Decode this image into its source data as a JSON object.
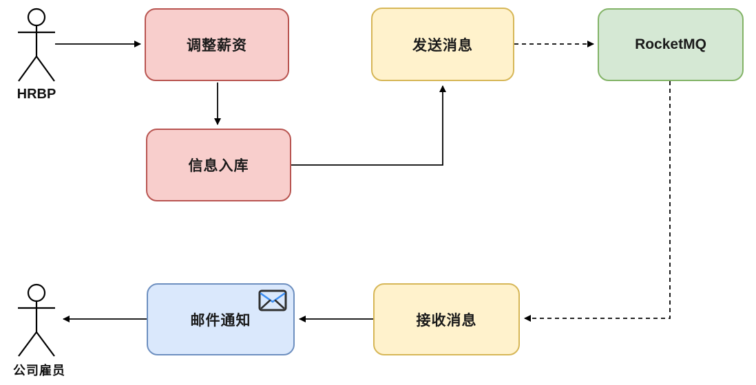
{
  "diagram": {
    "background_color": "#ffffff",
    "line_color": "#000000",
    "actors": [
      {
        "id": "hrbp",
        "label": "HRBP"
      },
      {
        "id": "employee",
        "label": "公司雇员"
      }
    ],
    "nodes": [
      {
        "id": "adjust-salary",
        "label": "调整薪资",
        "fill": "#f8cecc",
        "stroke": "#b85450"
      },
      {
        "id": "store-info",
        "label": "信息入库",
        "fill": "#f8cecc",
        "stroke": "#b85450"
      },
      {
        "id": "send-message",
        "label": "发送消息",
        "fill": "#fff2cc",
        "stroke": "#d6b656"
      },
      {
        "id": "rocketmq",
        "label": "RocketMQ",
        "fill": "#d5e8d4",
        "stroke": "#82b366"
      },
      {
        "id": "receive-message",
        "label": "接收消息",
        "fill": "#fff2cc",
        "stroke": "#d6b656"
      },
      {
        "id": "email-notify",
        "label": "邮件通知",
        "fill": "#dae8fc",
        "stroke": "#6c8ebf",
        "icon": "envelope-icon",
        "icon_accent": "#3b8df2",
        "icon_stroke": "#2f2f2f"
      }
    ],
    "edges": [
      {
        "from": "hrbp",
        "to": "adjust-salary",
        "style": "solid"
      },
      {
        "from": "adjust-salary",
        "to": "store-info",
        "style": "solid"
      },
      {
        "from": "store-info",
        "to": "send-message",
        "style": "solid"
      },
      {
        "from": "send-message",
        "to": "rocketmq",
        "style": "dashed"
      },
      {
        "from": "rocketmq",
        "to": "receive-message",
        "style": "dashed"
      },
      {
        "from": "receive-message",
        "to": "email-notify",
        "style": "solid"
      },
      {
        "from": "email-notify",
        "to": "employee",
        "style": "solid"
      }
    ]
  }
}
